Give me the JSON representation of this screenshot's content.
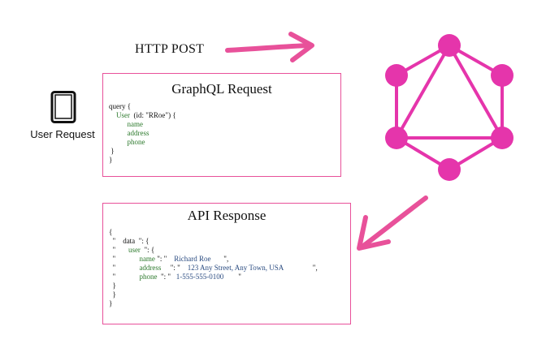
{
  "http_post_label": "HTTP POST",
  "user_request_label": "User Request",
  "colors": {
    "accent": "#e8519a",
    "field": "#2d7a2d",
    "value": "#2a4b80"
  },
  "icons": {
    "device": "tablet-icon",
    "logo": "graphql-logo"
  },
  "request": {
    "title": "GraphQL  Request",
    "lines": {
      "query_open": "query {",
      "user_open": "User",
      "user_args": "(id: \"RRoe\") {",
      "name": "name",
      "address": "address",
      "phone": "phone",
      "inner_close": "}",
      "outer_close": "}"
    }
  },
  "response": {
    "title": "API Response",
    "lines": {
      "open": "{",
      "data_key": "data",
      "data_sep": "\": {",
      "user_key": "user",
      "user_sep": "\": {",
      "name_key": "name",
      "name_sep": "\": \"",
      "name_val": "Richard Roe",
      "name_end": "\",",
      "address_key": "address",
      "address_sep": "\": \"",
      "address_val": "123 Any Street, Any Town, USA",
      "address_end": "\",",
      "phone_key": "phone",
      "phone_sep": "\": \"",
      "phone_val": "1-555-555-0100",
      "phone_end": "\"",
      "close3": "}",
      "close2": "}",
      "close1": "}",
      "quote": "\""
    }
  }
}
